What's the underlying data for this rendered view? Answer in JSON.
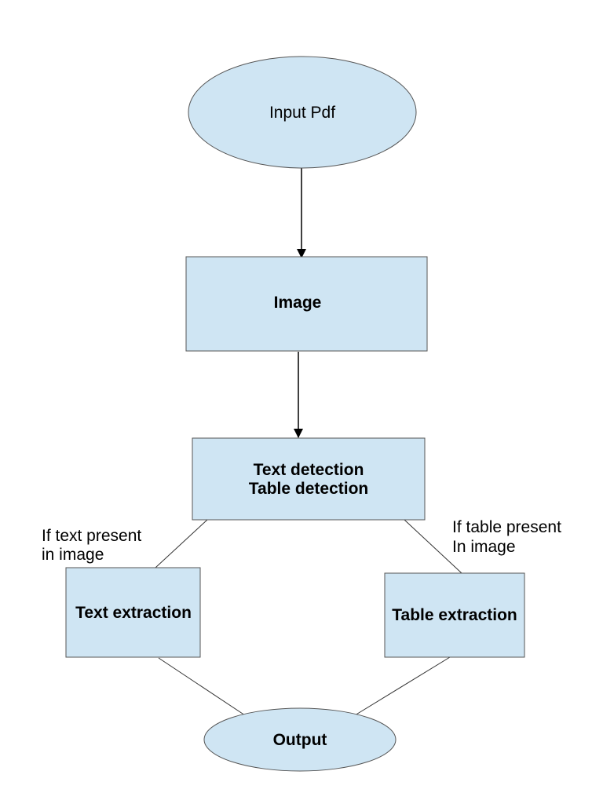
{
  "colors": {
    "node_fill": "#cfe5f3",
    "node_stroke": "#555555",
    "edge": "#000000",
    "text": "#000000"
  },
  "nodes": {
    "input_pdf": {
      "label": "Input Pdf"
    },
    "image": {
      "label": "Image"
    },
    "detection": {
      "line1": "Text detection",
      "line2": "Table detection"
    },
    "text_extraction": {
      "label": "Text extraction"
    },
    "table_extraction": {
      "label": "Table extraction"
    },
    "output": {
      "label": "Output"
    }
  },
  "annotations": {
    "text_condition": {
      "line1": "If text present",
      "line2": "in image"
    },
    "table_condition": {
      "line1": "If table present",
      "line2": "In image"
    }
  }
}
